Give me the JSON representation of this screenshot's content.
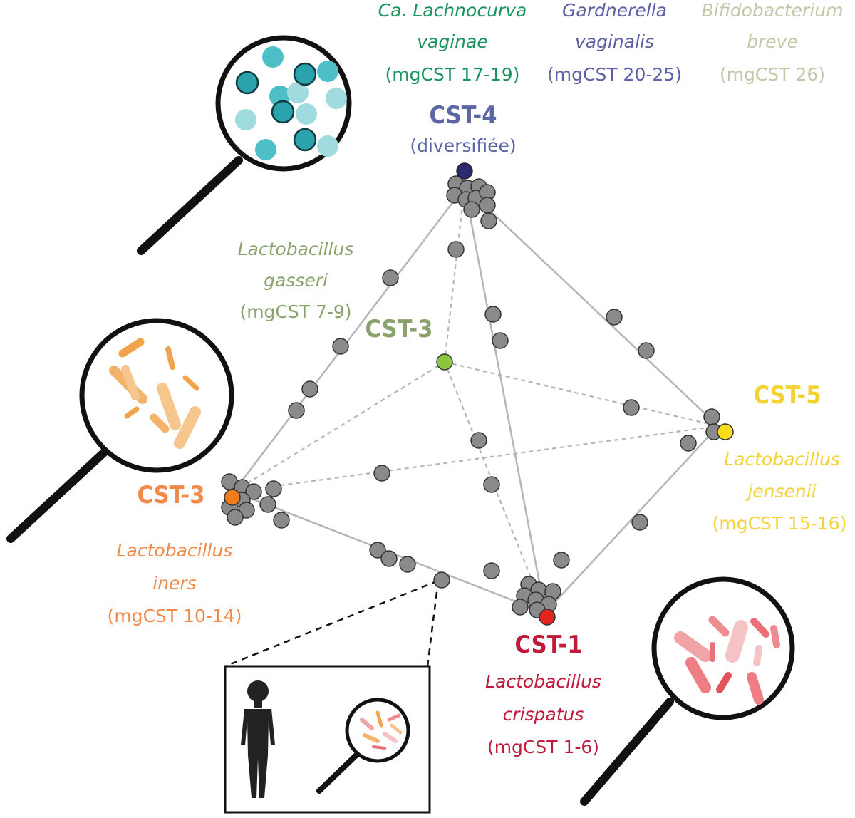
{
  "colors": {
    "cst4": "#5b66a6",
    "cst3_green": "#8aa36b",
    "cst3_orange": "#f08a4b",
    "cst5": "#f4d234",
    "cst1": "#c2183a",
    "lachnocurva": "#19935f",
    "gardnerella": "#5b5fa3",
    "bifido": "#bfc9a8",
    "node_grey": "#8a8a8a",
    "edge": "#b5b5b5"
  },
  "top_labels": {
    "lachnocurva": {
      "name_line1": "Ca. Lachnocurva",
      "name_line2": "vaginae",
      "range": "(mgCST 17-19)"
    },
    "gardnerella": {
      "name_line1": "Gardnerella",
      "name_line2": "vaginalis",
      "range": "(mgCST 20-25)"
    },
    "bifido": {
      "name_line1": "Bifidobacterium",
      "name_line2": "breve",
      "range": "(mgCST 26)"
    }
  },
  "nodes": {
    "cst4": {
      "title": "CST-4",
      "subtitle": "(diversifiée)"
    },
    "cst3_green": {
      "title": "CST-3",
      "species_line1": "Lactobacillus",
      "species_line2": "gasseri",
      "range": "(mgCST 7-9)"
    },
    "cst5": {
      "title": "CST-5",
      "species_line1": "Lactobacillus",
      "species_line2": "jensenii",
      "range": "(mgCST 15-16)"
    },
    "cst3_orange": {
      "title": "CST-3",
      "species_line1": "Lactobacillus",
      "species_line2": "iners",
      "range": "(mgCST 10-14)"
    },
    "cst1": {
      "title": "CST-1",
      "species_line1": "Lactobacillus",
      "species_line2": "crispatus",
      "range": "(mgCST 1-6)"
    }
  },
  "icons": [
    "magnifier-cocci-icon",
    "magnifier-iners-icon",
    "magnifier-crispatus-icon",
    "person-silhouette-icon",
    "magnifier-mixed-icon"
  ]
}
